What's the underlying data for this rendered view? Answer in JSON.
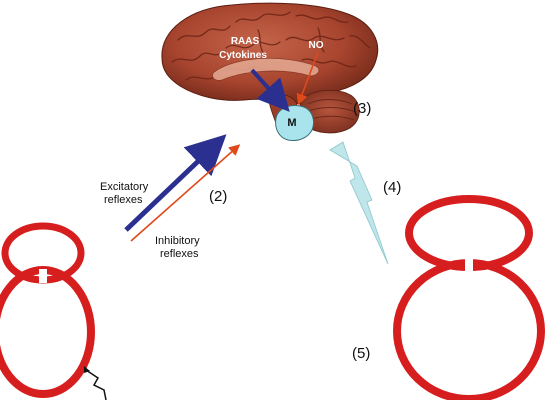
{
  "brain": {
    "raas_label": "RAAS",
    "cytokines_label": "Cytokines",
    "no_label": "NO",
    "m_label": "M"
  },
  "labels": {
    "step2": "(2)",
    "step3": "(3)",
    "step4": "(4)",
    "step5": "(5)",
    "excitatory_line1": "Excitatory",
    "excitatory_line2": "reflexes",
    "inhibitory_line1": "Inhibitory",
    "inhibitory_line2": "reflexes"
  },
  "colors": {
    "heart_red": "#d71e1e",
    "excitatory_blue": "#2b2f8f",
    "inhibitory_red": "#e04a1a",
    "lightning_fill": "#bfe6ea",
    "medulla_fill": "#a9e4ec",
    "brain_tone": "#a8452f"
  }
}
